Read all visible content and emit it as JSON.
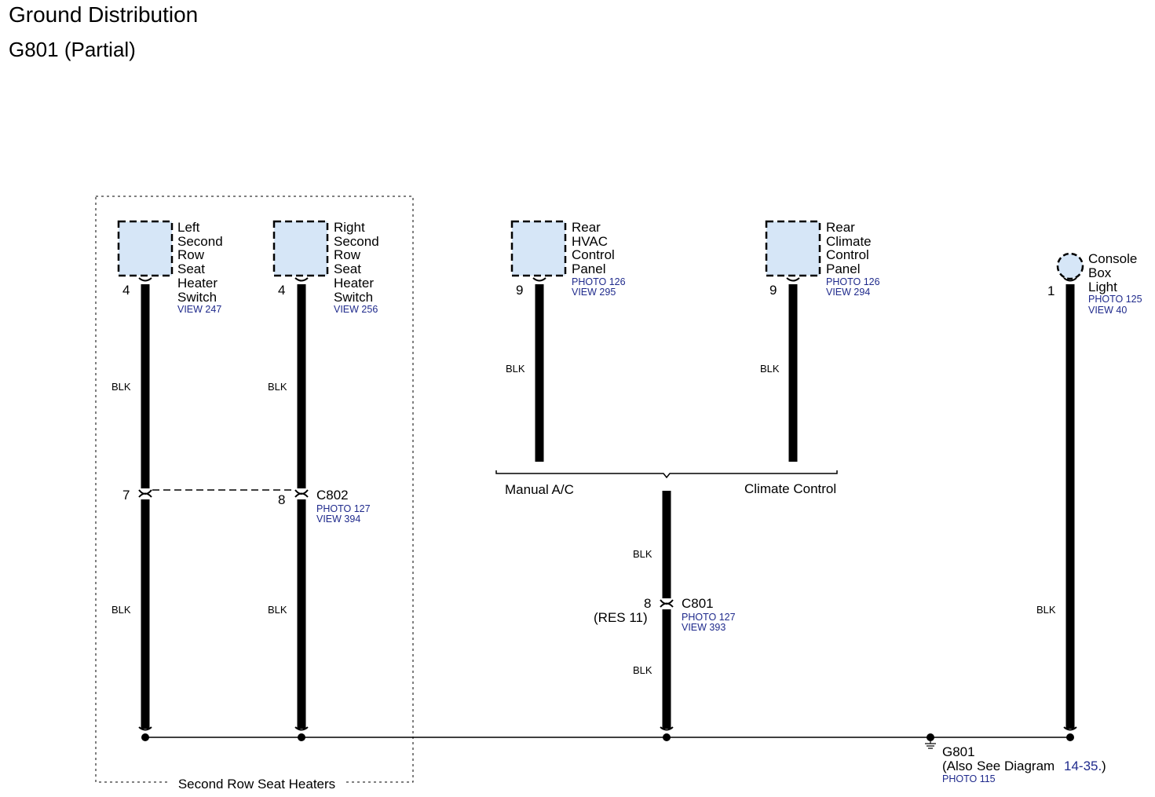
{
  "header": {
    "title": "Ground Distribution",
    "subtitle": "G801 (Partial)"
  },
  "colors": {
    "wire": "#000000",
    "component_fill": "#d6e6f7",
    "reference_text": "#1f2a8c"
  },
  "components": {
    "left_switch": {
      "name_lines": [
        "Left",
        "Second",
        "Row",
        "Seat",
        "Heater",
        "Switch"
      ],
      "pin": "4",
      "refs": [
        "VIEW 247"
      ]
    },
    "right_switch": {
      "name_lines": [
        "Right",
        "Second",
        "Row",
        "Seat",
        "Heater",
        "Switch"
      ],
      "pin": "4",
      "refs": [
        "VIEW 256"
      ]
    },
    "rear_hvac": {
      "name_lines": [
        "Rear",
        "HVAC",
        "Control",
        "Panel"
      ],
      "pin": "9",
      "refs": [
        "PHOTO 126",
        "VIEW 295"
      ]
    },
    "rear_climate": {
      "name_lines": [
        "Rear",
        "Climate",
        "Control",
        "Panel"
      ],
      "pin": "9",
      "refs": [
        "PHOTO 126",
        "VIEW 294"
      ]
    },
    "console_light": {
      "name_lines": [
        "Console",
        "Box",
        "Light"
      ],
      "pin": "1",
      "refs": [
        "PHOTO 125",
        "VIEW 40"
      ]
    }
  },
  "wire_color": "BLK",
  "connectors": {
    "c802": {
      "name": "C802",
      "pin_left": "7",
      "pin_right": "8",
      "refs": [
        "PHOTO 127",
        "VIEW 394"
      ]
    },
    "c801": {
      "name": "C801",
      "pin": "8",
      "pin_note": "(RES 11)",
      "refs": [
        "PHOTO 127",
        "VIEW 393"
      ]
    }
  },
  "variants": {
    "left": "Manual A/C",
    "right": "Climate Control"
  },
  "group_label": "Second Row Seat Heaters",
  "ground": {
    "name": "G801",
    "note_prefix": "(Also",
    "note_middle": "See Diagram",
    "note_link": "14-35.",
    "note_suffix": ")",
    "photo": "PHOTO 115"
  }
}
